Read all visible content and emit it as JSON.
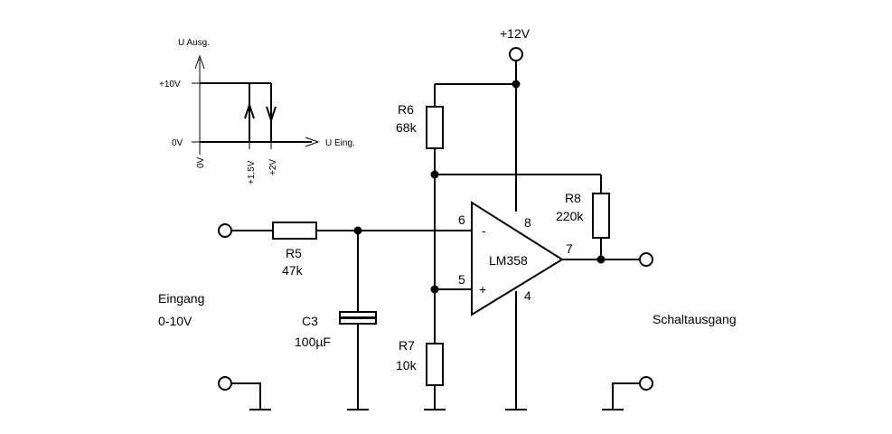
{
  "graph": {
    "y_axis_label": "U Ausg.",
    "x_axis_label": "U Eing.",
    "y_tick_high": "+10V",
    "y_tick_low": "0V",
    "x_tick_zero": "0V",
    "x_tick_1": "+1,5V",
    "x_tick_2": "+2V"
  },
  "components": {
    "supply": "+12V",
    "r6_name": "R6",
    "r6_value": "68k",
    "r8_name": "R8",
    "r8_value": "220k",
    "r5_name": "R5",
    "r5_value": "47k",
    "c3_name": "C3",
    "c3_value": "100µF",
    "r7_name": "R7",
    "r7_value": "10k",
    "opamp": "LM358",
    "pin_inv_num": "6",
    "pin_noninv_num": "5",
    "pin_out_num": "7",
    "pin_vcc_num": "8",
    "pin_gnd_num": "4",
    "inv_sign": "-",
    "noninv_sign": "+"
  },
  "labels": {
    "input_title": "Eingang",
    "input_range": "0-10V",
    "output_title": "Schaltausgang"
  }
}
